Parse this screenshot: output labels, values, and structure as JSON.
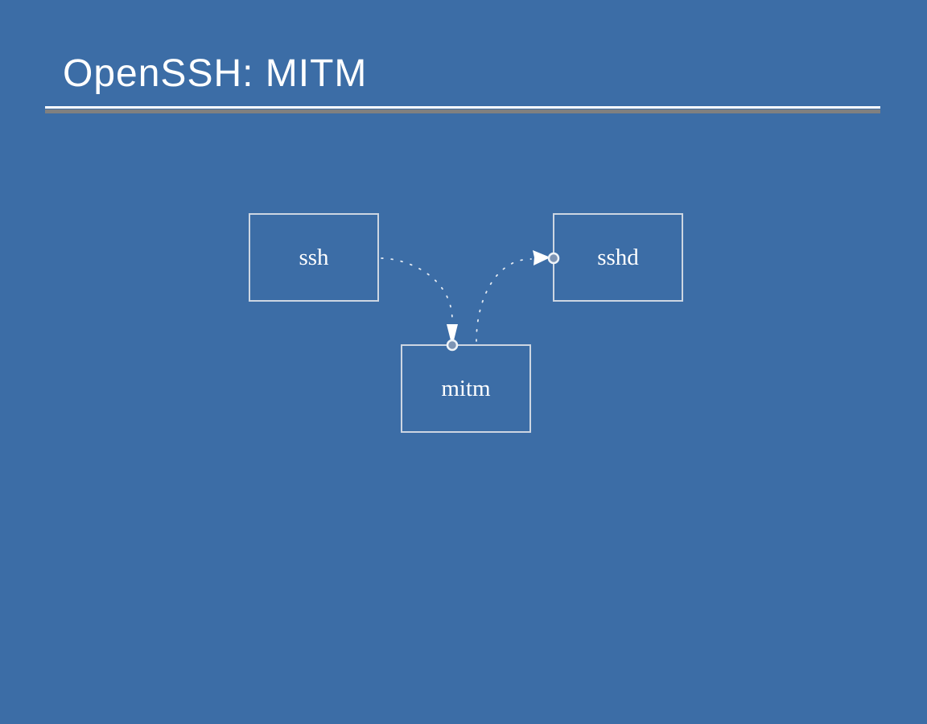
{
  "slide": {
    "title": "OpenSSH: MITM"
  },
  "colors": {
    "background": "#3c6da6",
    "title_text": "#ffffff",
    "rule_top": "#ffffff",
    "rule_bottom": "#808080",
    "box_border": "#cdd6e2",
    "box_label": "#ffffff",
    "connector_dots": "#ffffff",
    "arrowhead": "#ffffff",
    "endpoint_ring": "#eff4f9",
    "endpoint_fill": "#7d94b4"
  },
  "diagram": {
    "nodes": [
      {
        "id": "ssh",
        "label": "ssh"
      },
      {
        "id": "sshd",
        "label": "sshd"
      },
      {
        "id": "mitm",
        "label": "mitm"
      }
    ],
    "connections": [
      {
        "from": "ssh",
        "to": "mitm",
        "style": "dotted-curve-arrow"
      },
      {
        "from": "mitm",
        "to": "sshd",
        "style": "dotted-curve-arrow"
      }
    ]
  }
}
